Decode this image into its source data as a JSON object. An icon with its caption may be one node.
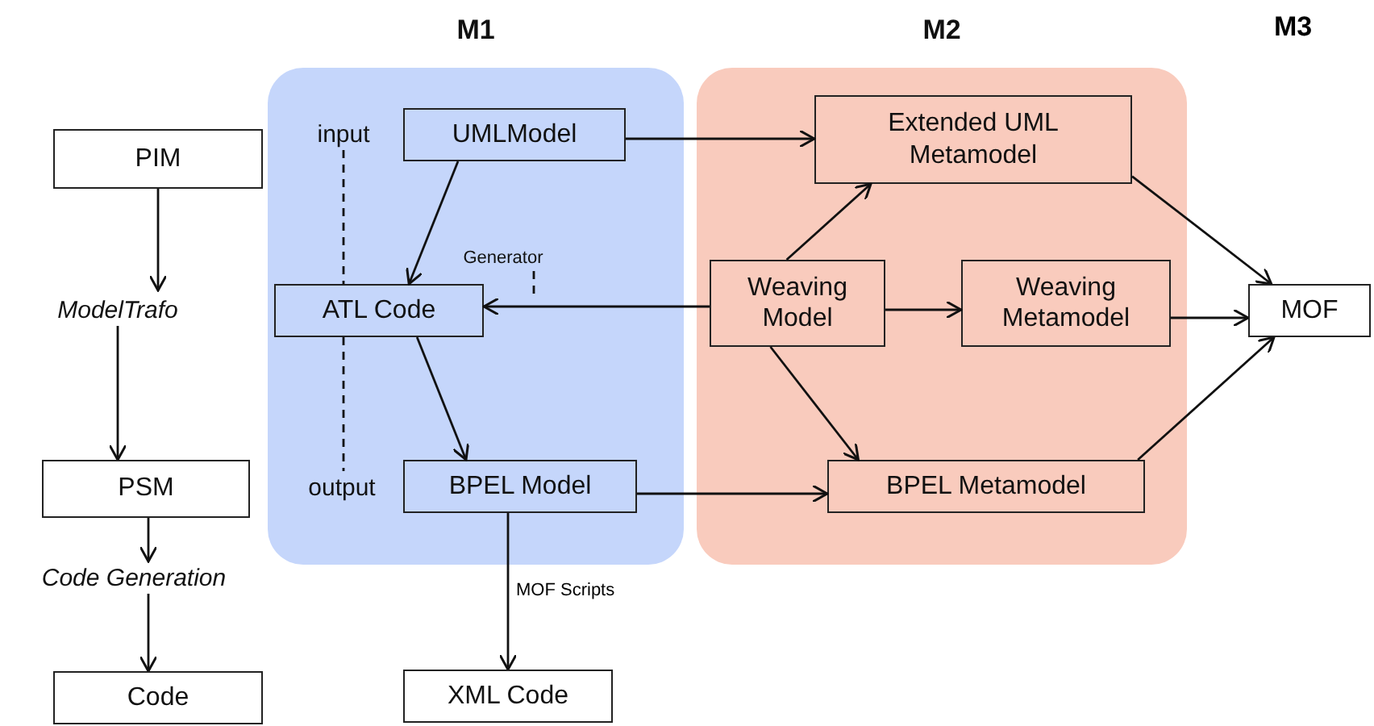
{
  "diagram": {
    "nodes": [
      {
        "text": [
          "PIM"
        ]
      },
      {
        "text": [
          "ModelTrafo"
        ]
      },
      {
        "text": [
          "PSM"
        ]
      },
      {
        "text": [
          "Code Generation"
        ]
      },
      {
        "text": [
          "Code"
        ]
      },
      {
        "text": [
          "M1"
        ]
      },
      {
        "text": [
          "input"
        ],
        "in": 5
      },
      {
        "text": [
          "UMLModel"
        ],
        "in": 5
      },
      {
        "text": [
          "Generator"
        ],
        "in": 5
      },
      {
        "text": [
          "ATL Code"
        ],
        "in": 5
      },
      {
        "text": [
          "output"
        ],
        "in": 5
      },
      {
        "text": [
          "BPEL Model"
        ],
        "in": 5
      },
      {
        "text": [
          "XML Code"
        ]
      },
      {
        "text": [
          "M2"
        ]
      },
      {
        "text": [
          "Extended UML Metamodel"
        ],
        "in": 13
      },
      {
        "text": [
          "Weaving Model"
        ],
        "in": 13
      },
      {
        "text": [
          "Weaving Metamodel"
        ],
        "in": 13
      },
      {
        "text": [
          "BPEL Metamodel"
        ],
        "in": 13
      },
      {
        "text": [
          "MOF"
        ]
      }
    ],
    "edges": [
      {
        "from": 0,
        "to": 1,
        "arrow": "to"
      },
      {
        "from": 1,
        "to": 2,
        "arrow": "to"
      },
      {
        "from": 2,
        "to": 3,
        "arrow": "to"
      },
      {
        "from": 3,
        "to": 4,
        "arrow": "to"
      },
      {
        "from": 7,
        "to": 14,
        "arrow": "to"
      },
      {
        "from": 7,
        "to": 9,
        "arrow": "to"
      },
      {
        "from": 15,
        "to": 9,
        "arrow": "to"
      },
      {
        "from": 9,
        "to": 11,
        "arrow": "to"
      },
      {
        "from": 11,
        "to": 17,
        "arrow": "to"
      },
      {
        "from": 11,
        "to": 12,
        "arrow": "to",
        "label": "MOF Scripts"
      },
      {
        "from": 15,
        "to": 14,
        "arrow": "to"
      },
      {
        "from": 15,
        "to": 16,
        "arrow": "to"
      },
      {
        "from": 15,
        "to": 17,
        "arrow": "to"
      },
      {
        "from": 14,
        "to": 18,
        "arrow": "to"
      },
      {
        "from": 16,
        "to": 18,
        "arrow": "to"
      },
      {
        "from": 17,
        "to": 18,
        "arrow": "to"
      },
      {
        "from": 6,
        "to": 9,
        "arrow": "none",
        "style": "dashed"
      },
      {
        "from": 9,
        "to": 10,
        "arrow": "none",
        "style": "dashed"
      },
      {
        "from": 8,
        "to": null,
        "arrow": "none",
        "style": "dashed"
      }
    ],
    "labels": [
      "M3"
    ]
  }
}
